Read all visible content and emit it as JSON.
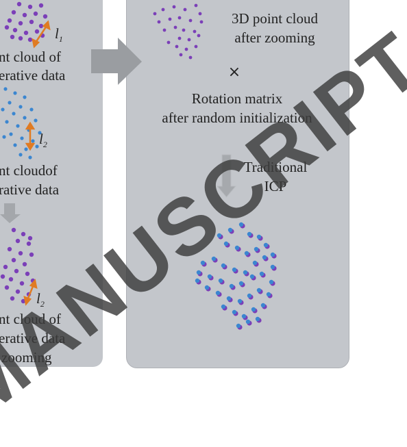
{
  "left_panel": {
    "label_top_line1": "nt cloud of",
    "label_top_line2": "erative data",
    "label_mid_line1": "nt cloudof",
    "label_mid_line2": "rative data",
    "label_bottom_line1": "nt cloud of",
    "label_bottom_line2": "erative data",
    "label_bottom_line3": "zooming",
    "dimension_labels": [
      "l",
      "1",
      "l",
      "2",
      "l",
      "2"
    ]
  },
  "right_panel": {
    "cloud_label_line1": "3D point cloud",
    "cloud_label_line2": "after zooming",
    "multiply_symbol": "×",
    "rotation_line1": "Rotation matrix",
    "rotation_line2": "after random initialization",
    "icp_line1": "Traditional",
    "icp_line2": "ICP"
  },
  "watermark": "MANUSCRIPT",
  "colors": {
    "panel": "#c3c6cb",
    "arrow": "#9a9da1",
    "purple_points": "#7b3fb8",
    "blue_points": "#3b86d0",
    "dimension_arrow": "#e07b22"
  }
}
